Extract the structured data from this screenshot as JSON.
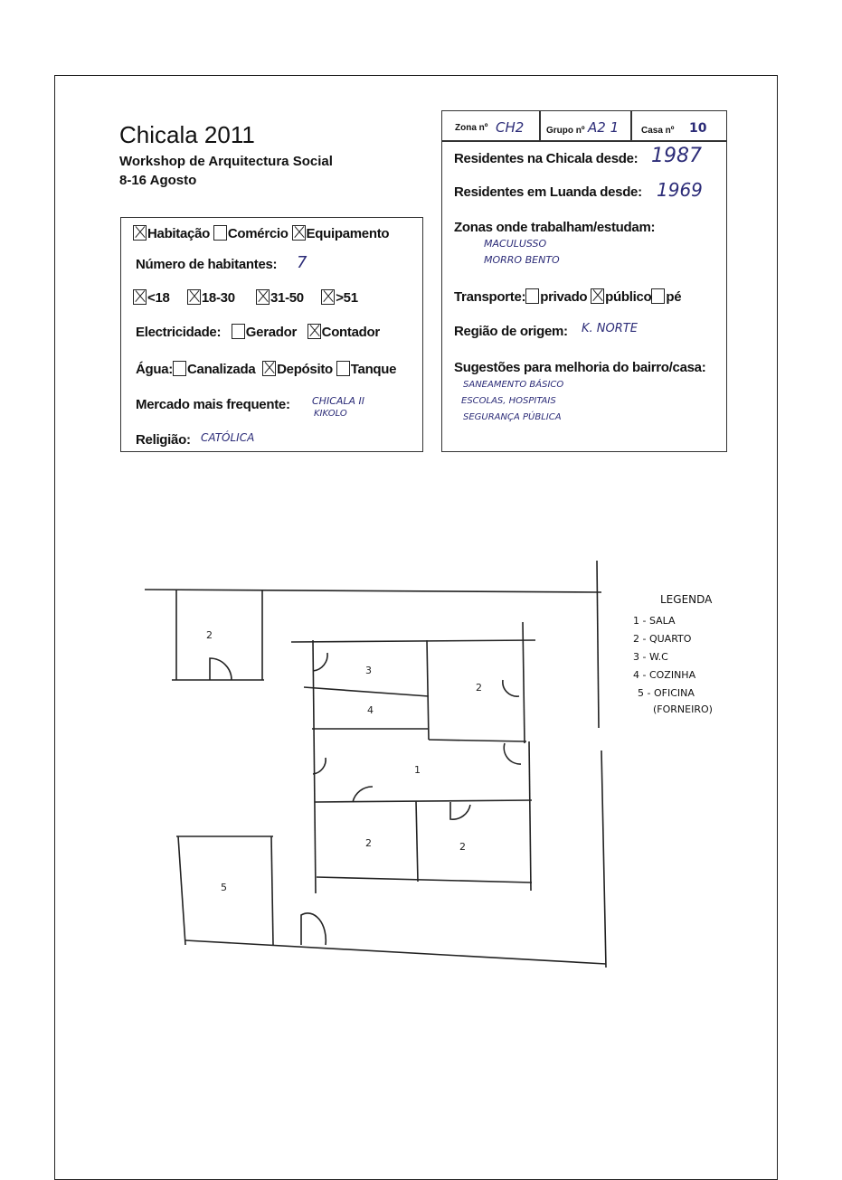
{
  "header": {
    "title": "Chicala 2011",
    "subtitle": "Workshop de Arquitectura Social",
    "dates": "8-16 Agosto"
  },
  "ids": {
    "zona_label": "Zona nº",
    "zona_value": "CH2",
    "grupo_label": "Grupo nº",
    "grupo_value": "A2 1",
    "casa_label": "Casa nº",
    "casa_value": "10"
  },
  "left": {
    "use": [
      {
        "label": "Habitação",
        "checked": true
      },
      {
        "label": "Comércio",
        "checked": false
      },
      {
        "label": "Equipamento",
        "checked": true
      }
    ],
    "habitantes_label": "Número de habitantes:",
    "habitantes_value": "7",
    "ages": [
      {
        "label": "<18",
        "checked": true
      },
      {
        "label": "18-30",
        "checked": true
      },
      {
        "label": "31-50",
        "checked": true
      },
      {
        "label": ">51",
        "checked": true
      }
    ],
    "electricidade_label": "Electricidade:",
    "electricidade": [
      {
        "label": "Gerador",
        "checked": false
      },
      {
        "label": "Contador",
        "checked": true
      }
    ],
    "agua_label": "Água:",
    "agua": [
      {
        "label": "Canalizada",
        "checked": false
      },
      {
        "label": "Depósito",
        "checked": true
      },
      {
        "label": "Tanque",
        "checked": false
      }
    ],
    "mercado_label": "Mercado mais frequente:",
    "mercado_value_1": "CHICALA II",
    "mercado_value_2": "KIKOLO",
    "religiao_label": "Religião:",
    "religiao_value": "CATÓLICA"
  },
  "right": {
    "chicala_label": "Residentes na Chicala desde:",
    "chicala_value": "1987",
    "luanda_label": "Residentes em Luanda desde:",
    "luanda_value": "1969",
    "zonas_label": "Zonas onde trabalham/estudam:",
    "zonas_1": "MACULUSSO",
    "zonas_2": "MORRO BENTO",
    "transporte_label": "Transporte:",
    "transporte": [
      {
        "label": "privado",
        "checked": false
      },
      {
        "label": "público",
        "checked": true
      },
      {
        "label": "pé",
        "checked": false
      }
    ],
    "origem_label": "Região de origem:",
    "origem_value": "K. NORTE",
    "sugestoes_label": "Sugestões para melhoria do bairro/casa:",
    "sugestoes": [
      "SANEAMENTO BÁSICO",
      "ESCOLAS, HOSPITAIS",
      "SEGURANÇA PÚBLICA"
    ]
  },
  "plan": {
    "labels": [
      "2",
      "3",
      "4",
      "2",
      "1",
      "2",
      "2",
      "5"
    ]
  },
  "legend": {
    "title": "LEGENDA",
    "items": [
      "1 - SALA",
      "2 - QUARTO",
      "3 - W.C",
      "4 - COZINHA",
      "5 - OFICINA",
      "(FORNEIRO)"
    ]
  }
}
